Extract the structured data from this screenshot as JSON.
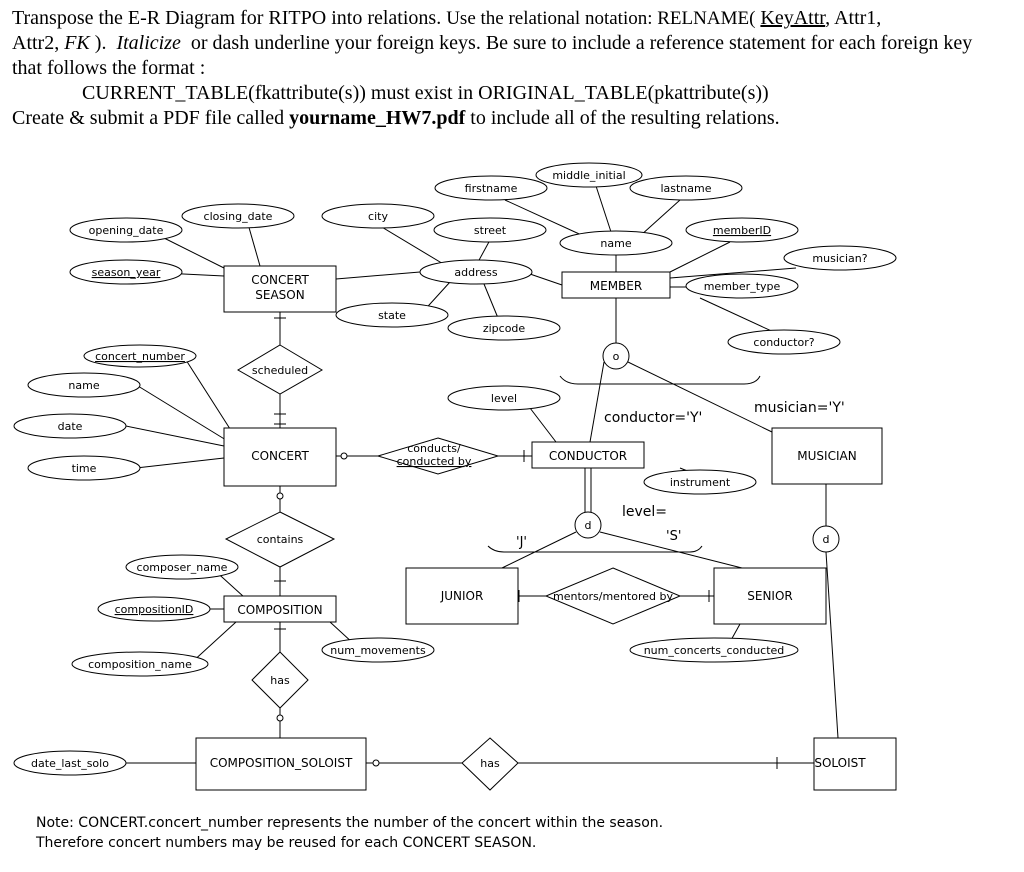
{
  "instructions": {
    "line1_a": "Transpose the E-R Diagram for RITPO into relations.",
    "line1_b": "Use the relational notation:  RELNAME(",
    "key_attr": "KeyAttr",
    "line1_c": ", Attr1,",
    "line2_a": "Attr2,",
    "fk": "FK",
    "line2_b": ").",
    "italicize": "Italicize",
    "line2_c": "or dash underline your foreign keys. Be sure to include a reference statement for each foreign key",
    "line3": "that follows the format :",
    "format": "CURRENT_TABLE(fkattribute(s)) must exist in ORIGINAL_TABLE(pkattribute(s))",
    "line5_a": "Create & submit a PDF file called",
    "filename": "yourname_HW7.pdf",
    "line5_b": "to include all of the resulting relations."
  },
  "entities": {
    "concert_season": [
      "CONCERT",
      "SEASON"
    ],
    "member": "MEMBER",
    "concert": "CONCERT",
    "conductor": "CONDUCTOR",
    "musician": "MUSICIAN",
    "composition": "COMPOSITION",
    "junior": "JUNIOR",
    "senior": "SENIOR",
    "composition_soloist": "COMPOSITION_SOLOIST",
    "soloist": "SOLOIST"
  },
  "relationships": {
    "scheduled": "scheduled",
    "conducts": [
      "conducts/",
      "conducted by"
    ],
    "contains": "contains",
    "mentors": "mentors/mentored by",
    "has_composition": "has",
    "has_soloist": "has"
  },
  "attributes": {
    "middle_initial": "middle_initial",
    "firstname": "firstname",
    "lastname": "lastname",
    "closing_date": "closing_date",
    "city": "city",
    "opening_date": "opening_date",
    "street": "street",
    "name_member": "name",
    "memberID": "memberID",
    "musician_flag": "musician?",
    "season_year": "season_year",
    "address": "address",
    "member_type": "member_type",
    "state": "state",
    "zipcode": "zipcode",
    "conductor_flag": "conductor?",
    "concert_number": "concert_number",
    "name_concert": "name",
    "level": "level",
    "date": "date",
    "time": "time",
    "instrument": "instrument",
    "composer_name": "composer_name",
    "compositionID": "compositionID",
    "num_movements": "num_movements",
    "composition_name": "composition_name",
    "num_concerts_conducted": "num_concerts_conducted",
    "date_last_solo": "date_last_solo"
  },
  "specialization": {
    "member_circle": "o",
    "conductor_circle": "d",
    "musician_circle": "d",
    "conductor_eq": "conductor='Y'",
    "musician_eq": "musician='Y'",
    "level_eq": "level=",
    "junior_val": "'J'",
    "senior_val": "'S'"
  },
  "note": {
    "line1": "Note: CONCERT.concert_number represents the number of the concert within the season.",
    "line2": "Therefore concert  numbers may be reused for each CONCERT SEASON."
  }
}
